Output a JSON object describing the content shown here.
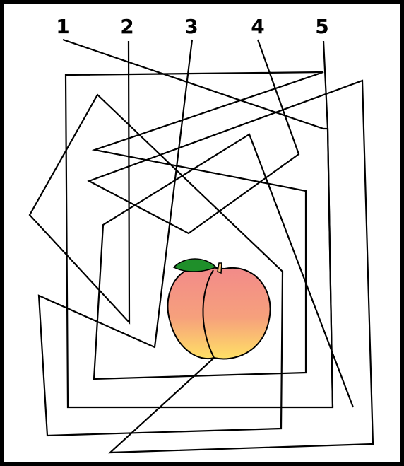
{
  "puzzle": {
    "start_numbers": [
      "1",
      "2",
      "3",
      "4",
      "5"
    ],
    "goal": "peach",
    "line_color": "#000000",
    "peach_colors": {
      "top": "#f28a8a",
      "bottom": "#ffe066",
      "leaf": "#1f8f2a"
    }
  }
}
